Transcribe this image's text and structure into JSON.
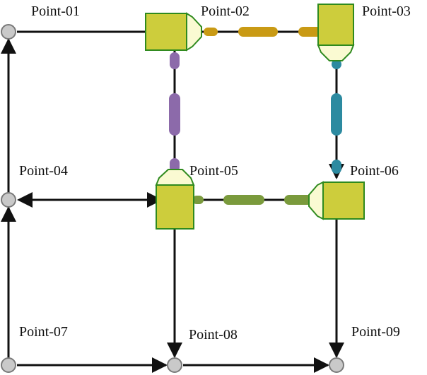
{
  "colors": {
    "edge": "#111111",
    "node_fill": "#c9c9c9",
    "node_stroke": "#7a7a7a",
    "gold_link": "#c99a14",
    "purple_link": "#8c6aaa",
    "teal_link": "#2c8aa0",
    "green_link": "#7a9a3c",
    "agent_body": "#cdcd3c",
    "agent_cap": "#fafad2",
    "agent_outline": "#2f8a1e"
  },
  "points": [
    {
      "id": "p01",
      "label": "Point-01"
    },
    {
      "id": "p02",
      "label": "Point-02"
    },
    {
      "id": "p03",
      "label": "Point-03"
    },
    {
      "id": "p04",
      "label": "Point-04"
    },
    {
      "id": "p05",
      "label": "Point-05"
    },
    {
      "id": "p06",
      "label": "Point-06"
    },
    {
      "id": "p07",
      "label": "Point-07"
    },
    {
      "id": "p08",
      "label": "Point-08"
    },
    {
      "id": "p09",
      "label": "Point-09"
    }
  ]
}
